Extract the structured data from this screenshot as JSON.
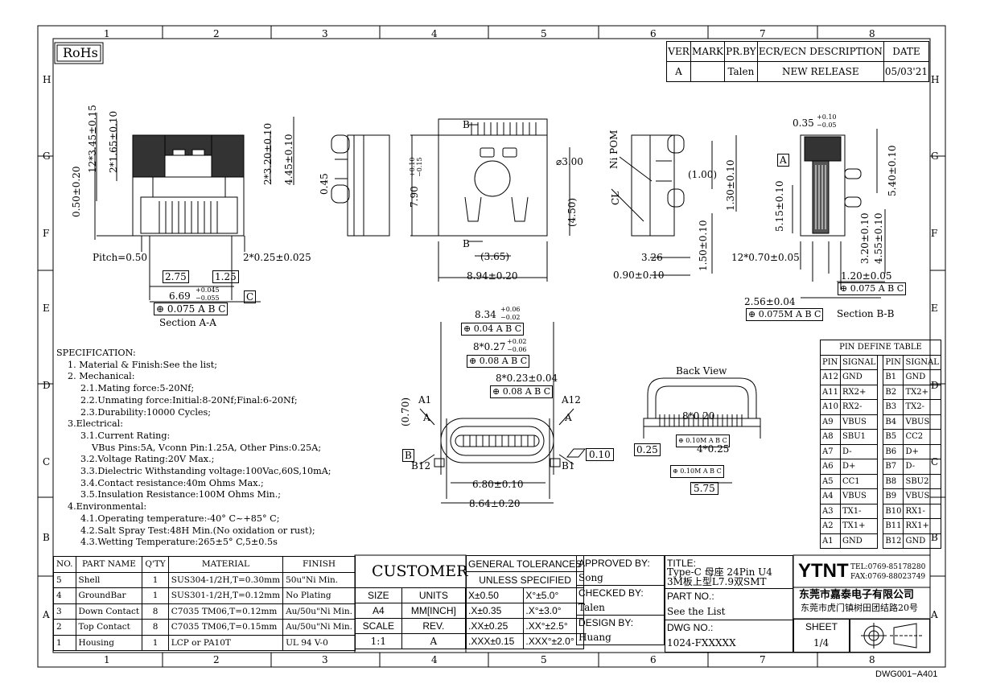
{
  "border": {
    "col_numbers": [
      "1",
      "2",
      "3",
      "4",
      "5",
      "6",
      "7",
      "8"
    ],
    "row_letters": [
      "H",
      "G",
      "F",
      "E",
      "D",
      "C",
      "B",
      "A"
    ]
  },
  "rohs": "RoHs",
  "revision": {
    "headers": [
      "VER",
      "MARK",
      "PR.BY",
      "ECR/ECN DESCRIPTION",
      "DATE"
    ],
    "row": [
      "A",
      "",
      "Talen",
      "NEW RELEASE",
      "05/03'21"
    ]
  },
  "dims": {
    "a_dim_1": "12*3.45±0.15",
    "a_dim_2": "2*1.65±0.10",
    "a_dim_3": "0.50±0.20",
    "a_dim_4": "2*3.20±0.10",
    "a_dim_5": "4.45±0.10",
    "pitch": "Pitch=0.50",
    "a_dim_6": "2*0.25±0.025",
    "a_dim_7": "2.75",
    "a_dim_8": "1.25",
    "a_dim_9": "6.69",
    "a_tol_plus": "+0.045",
    "a_tol_minus": "−0.055",
    "datum_c": "C",
    "fcf_a": [
      "0.075",
      "A",
      "B",
      "C"
    ],
    "section_a": "Section A-A",
    "s_dim_1": "0.45",
    "f_dim_1": "7.90",
    "f_dim_1_plus": "+0.10",
    "f_dim_1_minus": "−0.15",
    "f_dim_2": "⌀3.00",
    "f_dim_3": "(4.50)",
    "f_dim_4": "(3.65)",
    "f_dim_5": "8.94±0.20",
    "b_mark": "B",
    "r_dim_1": "(1.00)",
    "r_dim_2": "1.30±0.10",
    "r_dim_3": "1.50±0.10",
    "r_dim_4": "3.26",
    "r_dim_5": "0.90±0.10",
    "ni_pom": "Ni POM",
    "cl": "CL",
    "b_dim_1": "0.35",
    "b_dim_1_plus": "+0.10",
    "b_dim_1_minus": "−0.05",
    "datum_a": "A",
    "b_dim_2": "5.40±0.10",
    "b_dim_3": "5.15±0.10",
    "b_dim_4": "12*0.70±0.05",
    "b_dim_5": "3.20±0.10",
    "b_dim_6": "4.55±0.10",
    "b_dim_7": "1.20±0.05",
    "fcf_b1": [
      "0.075",
      "A",
      "B",
      "C"
    ],
    "b_dim_8": "2.56±0.04",
    "fcf_b2": [
      "0.075M",
      "A",
      "B",
      "C"
    ],
    "section_b": "Section B-B",
    "p_dim_1": "8.34",
    "p_dim_1_plus": "+0.06",
    "p_dim_1_minus": "−0.02",
    "fcf_p1": [
      "0.04",
      "A",
      "B",
      "C"
    ],
    "p_dim_2": "8*0.27",
    "p_dim_2_plus": "+0.02",
    "p_dim_2_minus": "−0.06",
    "fcf_p2": [
      "0.08",
      "A",
      "B",
      "C"
    ],
    "p_dim_3": "8*0.23±0.04",
    "fcf_p3": [
      "0.08",
      "A",
      "B",
      "C"
    ],
    "p_dim_4": "(0.70)",
    "a1": "A1",
    "a12": "A12",
    "b12": "B12",
    "b1": "B1",
    "flat": "0.10",
    "p_dim_5": "6.80±0.10",
    "p_dim_6": "8.64±0.20",
    "back_view": "Back View",
    "bv_dim_1": "8*0.20",
    "fcf_bv1": [
      "0.10M",
      "A",
      "B",
      "C"
    ],
    "bv_dim_2": "4*0.25",
    "bv_dim_3": "0.25",
    "fcf_bv2": [
      "0.10M",
      "A",
      "B",
      "C"
    ],
    "bv_dim_4": "5.75"
  },
  "specification": [
    "SPECIFICATION:",
    "  1. Material & Finish:See the list;",
    "  2. Mechanical:",
    "      2.1.Mating force:5-20Nf;",
    "      2.2.Unmating force:Initial:8-20Nf;Final:6-20Nf;",
    "      2.3.Durability:10000 Cycles;",
    "  3.Electrical:",
    "      3.1.Current Rating:",
    "        VBus Pins:5A, Vconn Pin:1.25A, Other Pins:0.25A;",
    "      3.2.Voltage Rating:20V Max.;",
    "      3.3.Dielectric Withstanding voltage:100Vac,60S,10mA;",
    "      3.4.Contact resistance:40m Ohms Max.;",
    "      3.5.Insulation Resistance:100M Ohms Min.;",
    "  4.Environmental:",
    "      4.1.Operating temperature:-40° C~+85° C;",
    "      4.2.Salt Spray Test:48H Min.(No oxidation or rust);",
    "      4.3.Wetting Temperature:265±5° C,5±0.5s"
  ],
  "pin_table": {
    "title": "PIN DEFINE TABLE",
    "headers": [
      "PIN",
      "SIGNAL",
      "PIN",
      "SIGNAL"
    ],
    "rows": [
      [
        "A12",
        "GND",
        "B1",
        "GND"
      ],
      [
        "A11",
        "RX2+",
        "B2",
        "TX2+"
      ],
      [
        "A10",
        "RX2-",
        "B3",
        "TX2-"
      ],
      [
        "A9",
        "VBUS",
        "B4",
        "VBUS"
      ],
      [
        "A8",
        "SBU1",
        "B5",
        "CC2"
      ],
      [
        "A7",
        "D-",
        "B6",
        "D+"
      ],
      [
        "A6",
        "D+",
        "B7",
        "D-"
      ],
      [
        "A5",
        "CC1",
        "B8",
        "SBU2"
      ],
      [
        "A4",
        "VBUS",
        "B9",
        "VBUS"
      ],
      [
        "A3",
        "TX1-",
        "B10",
        "RX1-"
      ],
      [
        "A2",
        "TX1+",
        "B11",
        "RX1+"
      ],
      [
        "A1",
        "GND",
        "B12",
        "GND"
      ]
    ]
  },
  "parts": {
    "headers": [
      "NO.",
      "PART NAME",
      "Q'TY",
      "MATERIAL",
      "FINISH"
    ],
    "rows": [
      [
        "5",
        "Shell",
        "1",
        "SUS304-1/2H,T=0.30mm",
        "50u\"Ni Min."
      ],
      [
        "4",
        "GroundBar",
        "1",
        "SUS301-1/2H,T=0.12mm",
        "No Plating"
      ],
      [
        "3",
        "Down Contact",
        "8",
        "C7035 TM06,T=0.12mm",
        "Au/50u\"Ni Min."
      ],
      [
        "2",
        "Top Contact",
        "8",
        "C7035 TM06,T=0.15mm",
        "Au/50u\"Ni Min."
      ],
      [
        "1",
        "Housing",
        "1",
        "LCP or PA10T",
        "UL 94 V-0"
      ]
    ]
  },
  "title_block": {
    "customer": "CUSTOMER",
    "size_label": "SIZE",
    "size": "A4",
    "units_label": "UNITS",
    "units": "MM[INCH]",
    "scale_label": "SCALE",
    "scale": "1:1",
    "rev_label": "REV.",
    "rev": "A",
    "gen_tol_1": "GENERAL TOLERANCES",
    "gen_tol_2": "UNLESS SPECIFIED",
    "tol_1": "X±0.50",
    "tol_2": "X°±5.0°",
    "tol_3": ".X±0.35",
    "tol_4": ".X°±3.0°",
    "tol_5": ".XX±0.25",
    "tol_6": ".XX°±2.5°",
    "tol_7": ".XXX±0.15",
    "tol_8": ".XXX°±2.0°",
    "approved_label": "APPROVED BY:",
    "approved": "Song",
    "checked_label": "CHECKED BY:",
    "checked": "Talen",
    "design_label": "DESIGN BY:",
    "design": "Huang",
    "title_label": "TITLE:",
    "title_1": "Type-C 母座 24Pin U4",
    "title_2": "3M板上型L7.9双SMT",
    "part_label": "PART NO.:",
    "part": "See the List",
    "dwg_label": "DWG NO.:",
    "dwg": "1024-FXXXXX",
    "logo": "YTNT",
    "tel": "TEL:0769-85178280",
    "fax": "FAX:0769-88023749",
    "company": "东莞市嘉泰电子有限公司",
    "address": "东莞市虎门镇树田团结路20号",
    "sheet_label": "SHEET",
    "sheet": "1/4"
  },
  "dwg_code": "DWG001−A401"
}
